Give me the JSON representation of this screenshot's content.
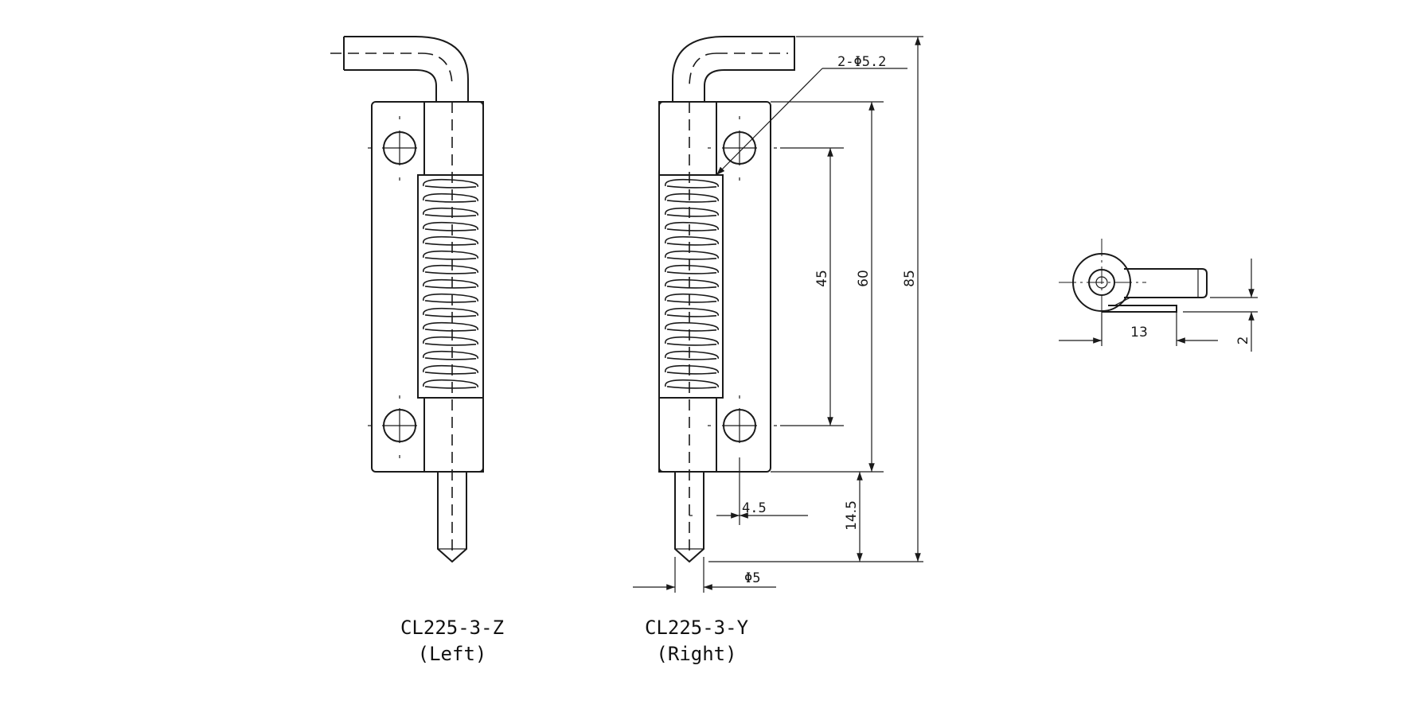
{
  "views": {
    "left": {
      "model": "CL225-3-Z",
      "side": "(Left)"
    },
    "right": {
      "model": "CL225-3-Y",
      "side": "(Right)"
    }
  },
  "dimensions": {
    "hole_dia": "2-Φ5.2",
    "hole_spacing": "45",
    "plate_length": "60",
    "overall_length": "85",
    "pin_protrusion": "14.5",
    "pin_offset": "4.5",
    "pin_dia": "Φ5",
    "side_width": "13",
    "plate_thickness": "2"
  }
}
